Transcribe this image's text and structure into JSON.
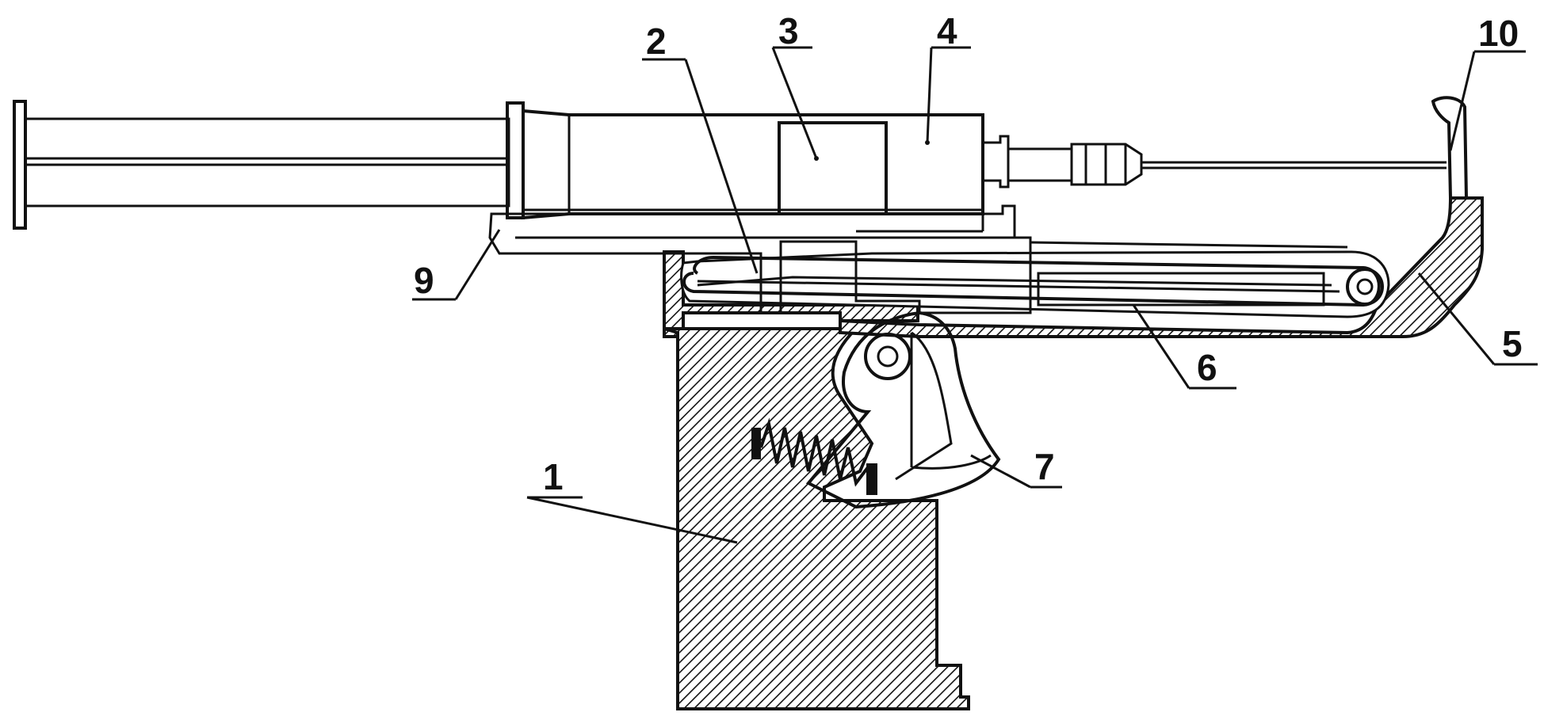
{
  "colors": {
    "ink": "#111111",
    "paper": "#ffffff"
  },
  "labels": {
    "l1": "1",
    "l2": "2",
    "l3": "3",
    "l4": "4",
    "l5": "5",
    "l6": "6",
    "l7": "7",
    "l9": "9",
    "l10": "10"
  }
}
